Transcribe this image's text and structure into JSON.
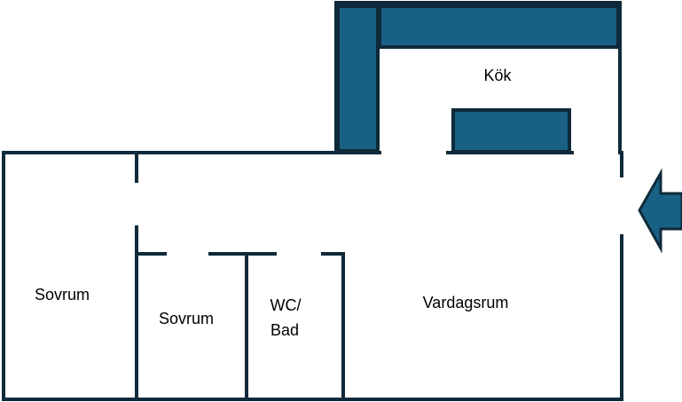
{
  "rooms": {
    "kitchen": "Kök",
    "bedroom_large": "Sovrum",
    "bedroom_small": "Sovrum",
    "bathroom_line1": "WC/",
    "bathroom_line2": "Bad",
    "living_room": "Vardagsrum"
  },
  "colors": {
    "wall": "#0f2a3a",
    "fixture": "#186184",
    "background": "#ffffff"
  }
}
